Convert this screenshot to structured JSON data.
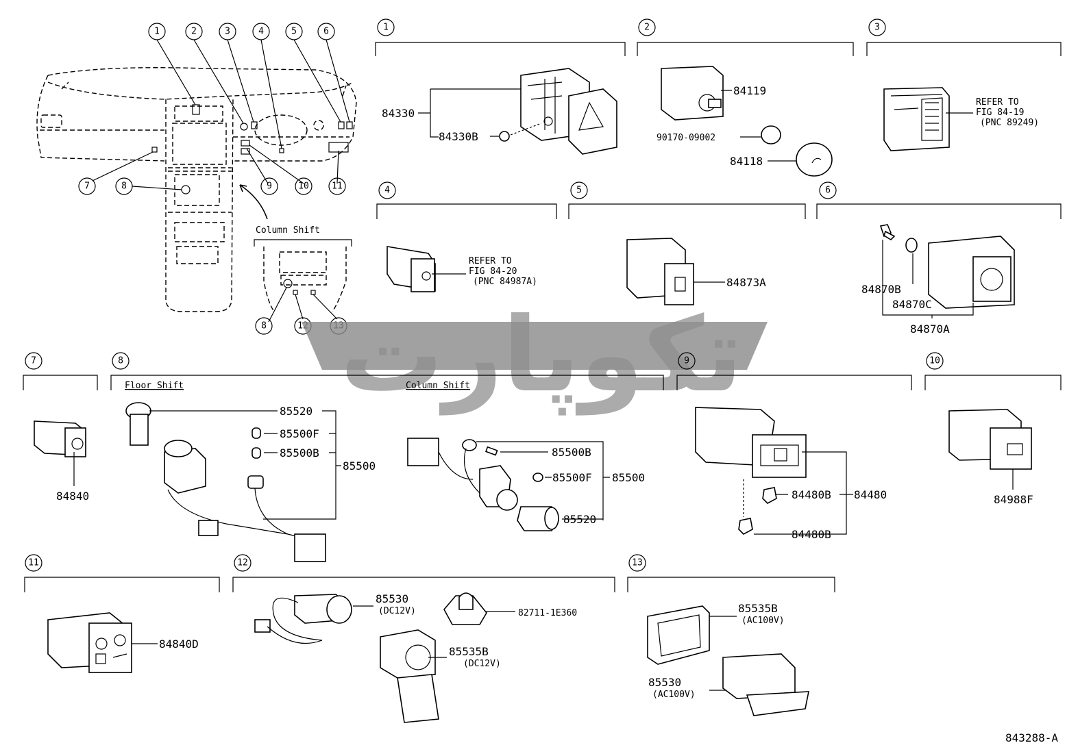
{
  "drawing_number": "843288-A",
  "watermark_text": "تکوپارت",
  "overview": {
    "callouts": [
      "1",
      "2",
      "3",
      "4",
      "5",
      "6",
      "7",
      "8",
      "9",
      "10",
      "11"
    ],
    "column_shift_title": "Column Shift",
    "column_shift_callouts": [
      "8",
      "12",
      "13"
    ]
  },
  "sections": [
    {
      "num": "1",
      "labels": [
        "84330",
        "84330B"
      ]
    },
    {
      "num": "2",
      "labels": [
        "84119",
        "90170-09002",
        "84118"
      ]
    },
    {
      "num": "3",
      "refer": [
        "REFER TO",
        "FIG 84-19",
        "(PNC 89249)"
      ]
    },
    {
      "num": "4",
      "refer": [
        "REFER TO",
        "FIG 84-20",
        "(PNC 84987A)"
      ]
    },
    {
      "num": "5",
      "labels": [
        "84873A"
      ]
    },
    {
      "num": "6",
      "labels": [
        "84870B",
        "84870C",
        "84870A"
      ]
    },
    {
      "num": "7",
      "labels": [
        "84840"
      ]
    },
    {
      "num": "8",
      "floor_shift_title": "Floor Shift",
      "column_shift_title": "Column Shift",
      "floor_labels": [
        "85520",
        "85500F",
        "85500B",
        "85500"
      ],
      "column_labels": [
        "85500B",
        "85500F",
        "85500",
        "85520"
      ]
    },
    {
      "num": "9",
      "labels": [
        "84480B",
        "84480",
        "84480B"
      ]
    },
    {
      "num": "10",
      "labels": [
        "84988F"
      ]
    },
    {
      "num": "11",
      "labels": [
        "84840D"
      ]
    },
    {
      "num": "12",
      "labels": [
        "85530",
        "(DC12V)",
        "82711-1E360",
        "85535B",
        "(DC12V)"
      ]
    },
    {
      "num": "13",
      "labels": [
        "85535B",
        "(AC100V)",
        "85530",
        "(AC100V)"
      ]
    }
  ]
}
